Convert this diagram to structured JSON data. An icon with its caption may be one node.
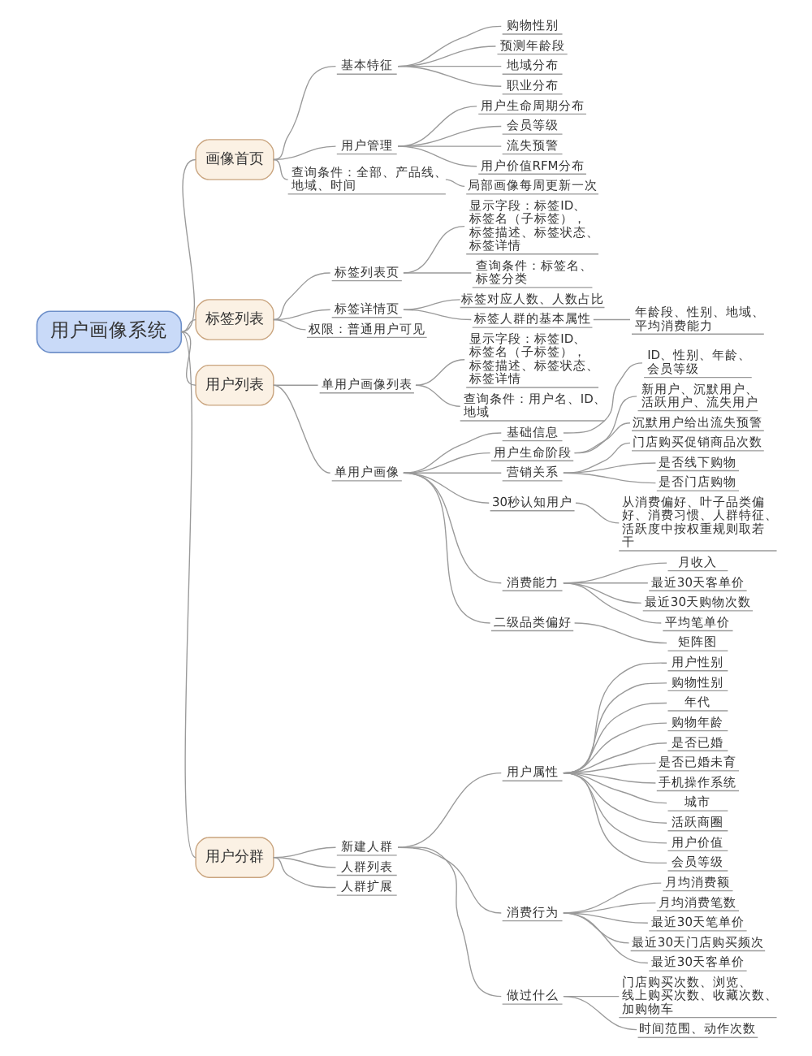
{
  "diagram": {
    "nodes": [
      {
        "text": [
          "用户画像系统"
        ]
      },
      {
        "text": [
          "画像首页"
        ]
      },
      {
        "text": [
          "基本特征"
        ]
      },
      {
        "text": [
          "购物性别"
        ]
      },
      {
        "text": [
          "预测年龄段"
        ]
      },
      {
        "text": [
          "地域分布"
        ]
      },
      {
        "text": [
          "职业分布"
        ]
      },
      {
        "text": [
          "用户管理"
        ]
      },
      {
        "text": [
          "用户生命周期分布"
        ]
      },
      {
        "text": [
          "会员等级"
        ]
      },
      {
        "text": [
          "流失预警"
        ]
      },
      {
        "text": [
          "用户价值RFM分布"
        ]
      },
      {
        "text": [
          "查询条件：全部、产品线、地域、时间"
        ]
      },
      {
        "text": [
          "局部画像每周更新一次"
        ]
      },
      {
        "text": [
          "标签列表"
        ]
      },
      {
        "text": [
          "标签列表页"
        ]
      },
      {
        "text": [
          "显示字段：标签ID、标签名（子标签），标签描述、标签状态、标签详情"
        ]
      },
      {
        "text": [
          "查询条件：标签名、标签分类"
        ]
      },
      {
        "text": [
          "标签详情页"
        ]
      },
      {
        "text": [
          "标签对应人数、人数占比"
        ]
      },
      {
        "text": [
          "标签人群的基本属性"
        ]
      },
      {
        "text": [
          "年龄段、性别、地域、平均消费能力"
        ]
      },
      {
        "text": [
          "权限：普通用户可见"
        ]
      },
      {
        "text": [
          "用户列表"
        ]
      },
      {
        "text": [
          "单用户画像列表"
        ]
      },
      {
        "text": [
          "显示字段：标签ID、标签名（子标签），标签描述、标签状态、标签详情"
        ]
      },
      {
        "text": [
          "查询条件：用户名、ID、地域"
        ]
      },
      {
        "text": [
          "单用户画像"
        ]
      },
      {
        "text": [
          "基础信息"
        ]
      },
      {
        "text": [
          "ID、性别、年龄、会员等级"
        ]
      },
      {
        "text": [
          "用户生命阶段"
        ]
      },
      {
        "text": [
          "新用户、沉默用户、活跃用户、流失用户"
        ]
      },
      {
        "text": [
          "沉默用户给出流失预警"
        ]
      },
      {
        "text": [
          "营销关系"
        ]
      },
      {
        "text": [
          "门店购买促销商品次数"
        ]
      },
      {
        "text": [
          "是否线下购物"
        ]
      },
      {
        "text": [
          "是否门店购物"
        ]
      },
      {
        "text": [
          "30秒认知用户"
        ]
      },
      {
        "text": [
          "从消费偏好、叶子品类偏好、消费习惯、人群特征、活跃度中按权重规则取若干"
        ]
      },
      {
        "text": [
          "消费能力"
        ]
      },
      {
        "text": [
          "月收入"
        ]
      },
      {
        "text": [
          "最近30天客单价"
        ]
      },
      {
        "text": [
          "最近30天购物次数"
        ]
      },
      {
        "text": [
          "平均笔单价"
        ]
      },
      {
        "text": [
          "二级品类偏好"
        ]
      },
      {
        "text": [
          "矩阵图"
        ]
      },
      {
        "text": [
          "用户分群"
        ]
      },
      {
        "text": [
          "新建人群"
        ]
      },
      {
        "text": [
          "用户属性"
        ]
      },
      {
        "text": [
          "用户性别"
        ]
      },
      {
        "text": [
          "购物性别"
        ]
      },
      {
        "text": [
          "年代"
        ]
      },
      {
        "text": [
          "购物年龄"
        ]
      },
      {
        "text": [
          "是否已婚"
        ]
      },
      {
        "text": [
          "是否已婚未育"
        ]
      },
      {
        "text": [
          "手机操作系统"
        ]
      },
      {
        "text": [
          "城市"
        ]
      },
      {
        "text": [
          "活跃商圈"
        ]
      },
      {
        "text": [
          "用户价值"
        ]
      },
      {
        "text": [
          "会员等级"
        ]
      },
      {
        "text": [
          "消费行为"
        ]
      },
      {
        "text": [
          "月均消费额"
        ]
      },
      {
        "text": [
          "月均消费笔数"
        ]
      },
      {
        "text": [
          "最近30天笔单价"
        ]
      },
      {
        "text": [
          "最近30天门店购买频次"
        ]
      },
      {
        "text": [
          "最近30天客单价"
        ]
      },
      {
        "text": [
          "做过什么"
        ]
      },
      {
        "text": [
          "门店购买次数、浏览、线上购买次数、收藏次数、加购物车"
        ]
      },
      {
        "text": [
          "时间范围、动作次数"
        ]
      },
      {
        "text": [
          "人群列表"
        ]
      },
      {
        "text": [
          "人群扩展"
        ]
      }
    ],
    "edges": [
      {
        "from": 0,
        "to": 1,
        "arrow": "none"
      },
      {
        "from": 1,
        "to": 2,
        "arrow": "none"
      },
      {
        "from": 2,
        "to": 3,
        "arrow": "none"
      },
      {
        "from": 2,
        "to": 4,
        "arrow": "none"
      },
      {
        "from": 2,
        "to": 5,
        "arrow": "none"
      },
      {
        "from": 2,
        "to": 6,
        "arrow": "none"
      },
      {
        "from": 1,
        "to": 7,
        "arrow": "none"
      },
      {
        "from": 7,
        "to": 8,
        "arrow": "none"
      },
      {
        "from": 7,
        "to": 9,
        "arrow": "none"
      },
      {
        "from": 7,
        "to": 10,
        "arrow": "none"
      },
      {
        "from": 7,
        "to": 11,
        "arrow": "none"
      },
      {
        "from": 1,
        "to": 12,
        "arrow": "none"
      },
      {
        "from": 12,
        "to": 13,
        "arrow": "none"
      },
      {
        "from": 0,
        "to": 14,
        "arrow": "none"
      },
      {
        "from": 14,
        "to": 15,
        "arrow": "none"
      },
      {
        "from": 15,
        "to": 16,
        "arrow": "none"
      },
      {
        "from": 15,
        "to": 17,
        "arrow": "none"
      },
      {
        "from": 14,
        "to": 18,
        "arrow": "none"
      },
      {
        "from": 18,
        "to": 19,
        "arrow": "none"
      },
      {
        "from": 18,
        "to": 20,
        "arrow": "none"
      },
      {
        "from": 20,
        "to": 21,
        "arrow": "none"
      },
      {
        "from": 14,
        "to": 22,
        "arrow": "none"
      },
      {
        "from": 0,
        "to": 23,
        "arrow": "none"
      },
      {
        "from": 23,
        "to": 24,
        "arrow": "none"
      },
      {
        "from": 24,
        "to": 25,
        "arrow": "none"
      },
      {
        "from": 24,
        "to": 26,
        "arrow": "none"
      },
      {
        "from": 23,
        "to": 27,
        "arrow": "none"
      },
      {
        "from": 27,
        "to": 28,
        "arrow": "none"
      },
      {
        "from": 28,
        "to": 29,
        "arrow": "none"
      },
      {
        "from": 27,
        "to": 30,
        "arrow": "none"
      },
      {
        "from": 30,
        "to": 31,
        "arrow": "none"
      },
      {
        "from": 30,
        "to": 32,
        "arrow": "none"
      },
      {
        "from": 27,
        "to": 33,
        "arrow": "none"
      },
      {
        "from": 33,
        "to": 34,
        "arrow": "none"
      },
      {
        "from": 33,
        "to": 35,
        "arrow": "none"
      },
      {
        "from": 33,
        "to": 36,
        "arrow": "none"
      },
      {
        "from": 27,
        "to": 37,
        "arrow": "none"
      },
      {
        "from": 37,
        "to": 38,
        "arrow": "none"
      },
      {
        "from": 27,
        "to": 39,
        "arrow": "none"
      },
      {
        "from": 39,
        "to": 40,
        "arrow": "none"
      },
      {
        "from": 39,
        "to": 41,
        "arrow": "none"
      },
      {
        "from": 39,
        "to": 42,
        "arrow": "none"
      },
      {
        "from": 39,
        "to": 43,
        "arrow": "none"
      },
      {
        "from": 27,
        "to": 44,
        "arrow": "none"
      },
      {
        "from": 44,
        "to": 45,
        "arrow": "none"
      },
      {
        "from": 0,
        "to": 46,
        "arrow": "none"
      },
      {
        "from": 46,
        "to": 47,
        "arrow": "none"
      },
      {
        "from": 47,
        "to": 48,
        "arrow": "none"
      },
      {
        "from": 48,
        "to": 49,
        "arrow": "none"
      },
      {
        "from": 48,
        "to": 50,
        "arrow": "none"
      },
      {
        "from": 48,
        "to": 51,
        "arrow": "none"
      },
      {
        "from": 48,
        "to": 52,
        "arrow": "none"
      },
      {
        "from": 48,
        "to": 53,
        "arrow": "none"
      },
      {
        "from": 48,
        "to": 54,
        "arrow": "none"
      },
      {
        "from": 48,
        "to": 55,
        "arrow": "none"
      },
      {
        "from": 48,
        "to": 56,
        "arrow": "none"
      },
      {
        "from": 48,
        "to": 57,
        "arrow": "none"
      },
      {
        "from": 48,
        "to": 58,
        "arrow": "none"
      },
      {
        "from": 48,
        "to": 59,
        "arrow": "none"
      },
      {
        "from": 47,
        "to": 60,
        "arrow": "none"
      },
      {
        "from": 60,
        "to": 61,
        "arrow": "none"
      },
      {
        "from": 60,
        "to": 62,
        "arrow": "none"
      },
      {
        "from": 60,
        "to": 63,
        "arrow": "none"
      },
      {
        "from": 60,
        "to": 64,
        "arrow": "none"
      },
      {
        "from": 60,
        "to": 65,
        "arrow": "none"
      },
      {
        "from": 47,
        "to": 66,
        "arrow": "none"
      },
      {
        "from": 66,
        "to": 67,
        "arrow": "none"
      },
      {
        "from": 66,
        "to": 68,
        "arrow": "none"
      },
      {
        "from": 46,
        "to": 69,
        "arrow": "none"
      },
      {
        "from": 46,
        "to": 70,
        "arrow": "none"
      }
    ]
  }
}
